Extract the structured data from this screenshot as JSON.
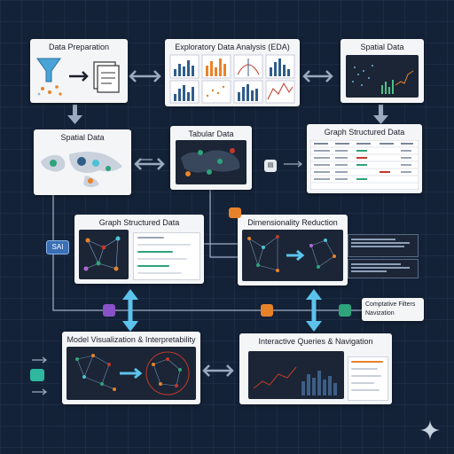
{
  "panels": {
    "data_preparation": {
      "title": "Data Preparation"
    },
    "eda": {
      "title": "Exploratory Data Analysis (EDA)"
    },
    "spatial_top": {
      "title": "Spatial Data"
    },
    "spatial_mid": {
      "title": "Spatial Data"
    },
    "tabular": {
      "title": "Tabular Data"
    },
    "graph_table": {
      "title": "Graph Structured Data"
    },
    "graph_mid": {
      "title": "Graph Structured Data"
    },
    "dim_reduction": {
      "title": "Dimensionality Reduction"
    },
    "model_viz": {
      "title": "Model Visualization & Interpretability"
    },
    "interactive": {
      "title": "Interactive Queries & Navigation"
    }
  },
  "side_labels": {
    "sai": "SAI",
    "filters_line1": "Comptative Filters",
    "filters_line2": "Navization"
  },
  "colors": {
    "background": "#142238",
    "arrow_blue": "#5cc4ec",
    "connector": "#8fa3bd",
    "panel": "#f4f5f7",
    "dark_card": "#1b2535"
  }
}
